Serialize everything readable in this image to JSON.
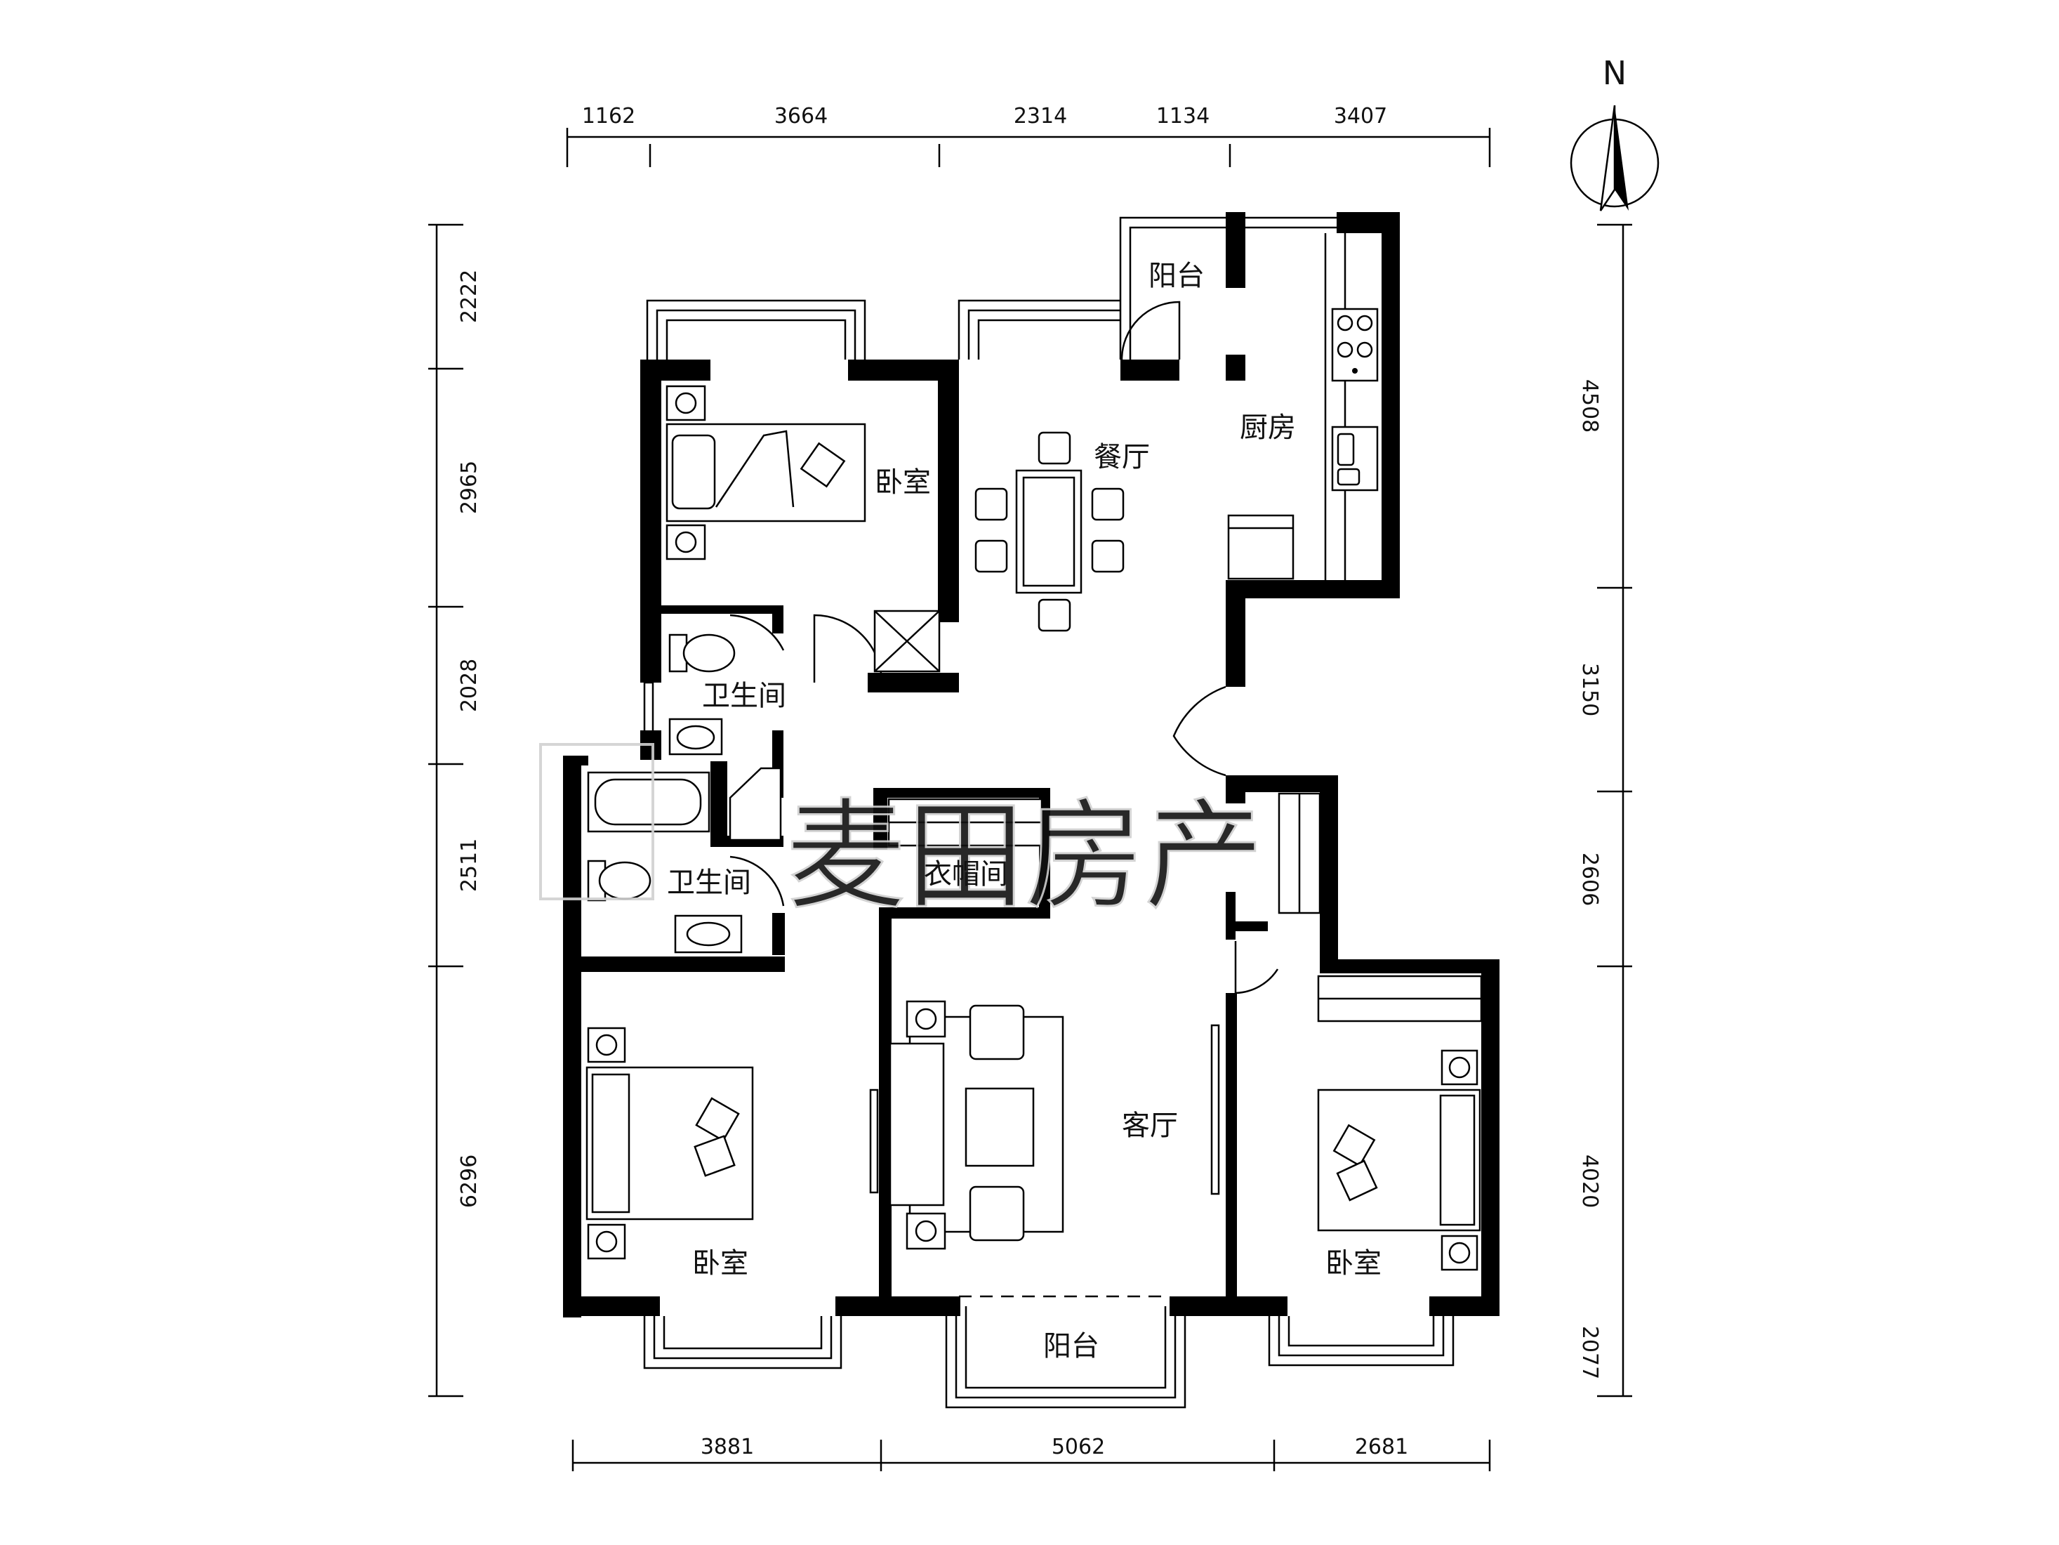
{
  "compass": {
    "north_label": "N"
  },
  "dimensions": {
    "top": [
      "1162",
      "3664",
      "2314",
      "1134",
      "3407"
    ],
    "bottom": [
      "3881",
      "5062",
      "2681"
    ],
    "left": [
      "2222",
      "2965",
      "2028",
      "2511",
      "6296"
    ],
    "right": [
      "4508",
      "3150",
      "2606",
      "4020",
      "2077"
    ]
  },
  "rooms": {
    "bedroom_north": "卧室",
    "dining": "餐厅",
    "kitchen": "厨房",
    "balcony_north": "阳台",
    "bath_upper": "卫生间",
    "bath_lower": "卫生间",
    "cloakroom": "衣帽间",
    "living": "客厅",
    "bedroom_sw": "卧室",
    "bedroom_se": "卧室",
    "balcony_south": "阳台"
  },
  "watermark": {
    "text": "麦田房产"
  }
}
